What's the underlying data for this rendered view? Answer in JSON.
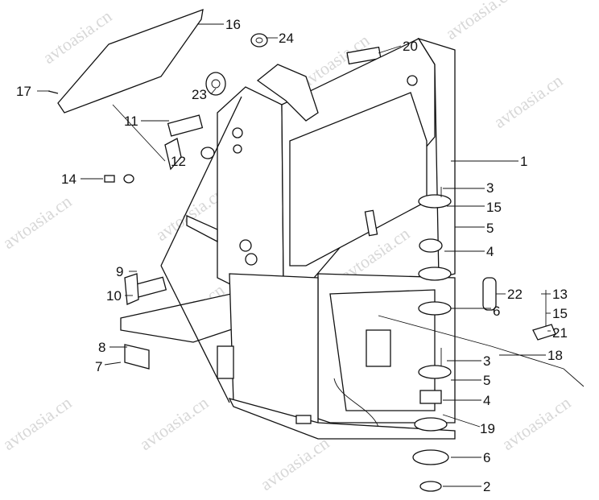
{
  "watermark": "avtoasia.cn",
  "callouts": {
    "c16": "16",
    "c24": "24",
    "c20": "20",
    "c17": "17",
    "c23": "23",
    "c11": "11",
    "c1": "1",
    "c14": "14",
    "c12": "12",
    "c3a": "3",
    "c15a": "15",
    "c5a": "5",
    "c4a": "4",
    "c9": "9",
    "c10": "10",
    "c22": "22",
    "c13": "13",
    "c6a": "6",
    "c15b": "15",
    "c21": "21",
    "c8": "8",
    "c7": "7",
    "c3b": "3",
    "c18": "18",
    "c5b": "5",
    "c4b": "4",
    "c19": "19",
    "c6b": "6",
    "c2": "2"
  }
}
